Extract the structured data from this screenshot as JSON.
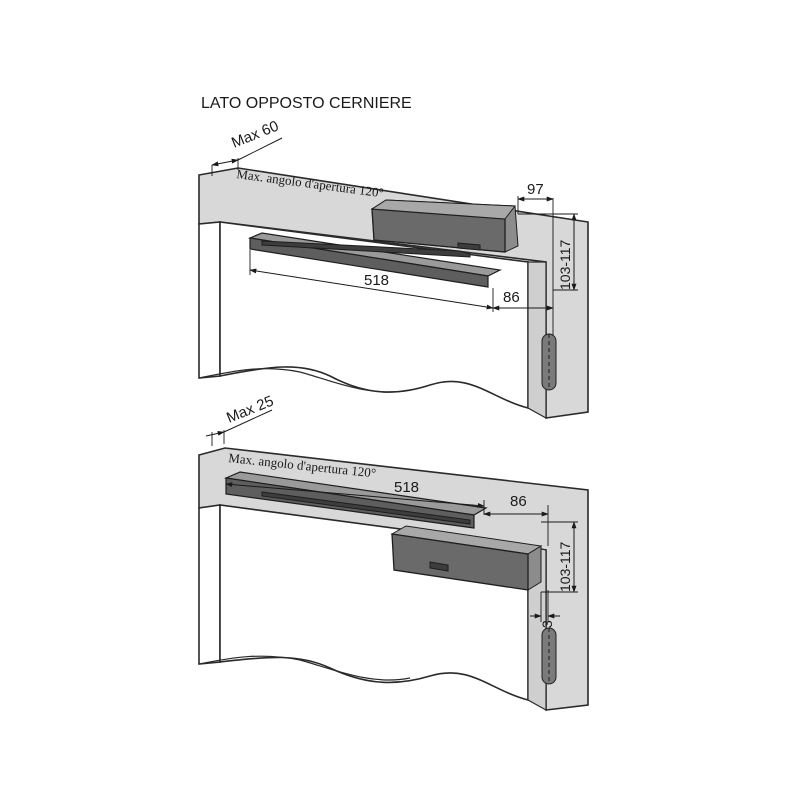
{
  "heading": "LATO OPPOSTO CERNIERE",
  "top_view": {
    "max_offset_label": "Max 60",
    "opening_angle_note": "Max. angolo d'apertura 120°",
    "dim_width_closer": "97",
    "dim_height": "103-117",
    "dim_rail_length": "518",
    "dim_rail_offset": "86"
  },
  "bottom_view": {
    "max_offset_label": "Max 25",
    "opening_angle_note": "Max. angolo d'apertura 120°",
    "dim_rail_length": "518",
    "dim_rail_offset": "86",
    "dim_height": "103-117",
    "dim_small": "3"
  }
}
